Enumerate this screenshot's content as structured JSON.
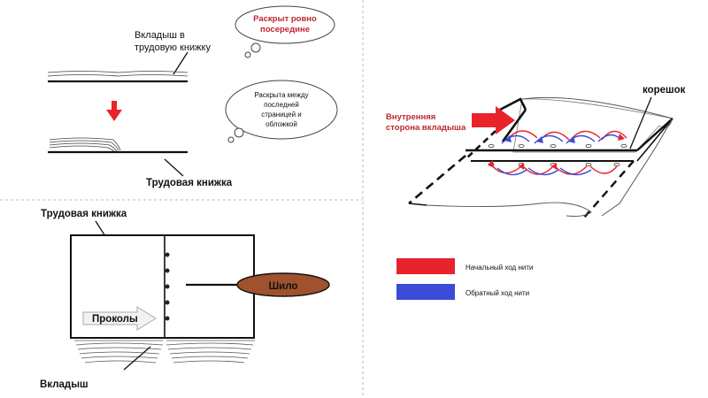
{
  "top_left": {
    "insert_label_line1": "Вкладыш в",
    "insert_label_line2": "трудовую книжку",
    "bubble1_line1": "Раскрыт ровно",
    "bubble1_line2": "посередине",
    "bubble2_line1": "Раскрыта между",
    "bubble2_line2": "последней",
    "bubble2_line3": "страницей и",
    "bubble2_line4": "обложкой",
    "book_label": "Трудовая книжка"
  },
  "bottom_left": {
    "book_label": "Трудовая книжка",
    "punctures_label": "Проколы",
    "awl_label": "Шило",
    "insert_label": "Вкладыш"
  },
  "right": {
    "spine_label": "корешок",
    "inner_side_line1": "Внутренняя",
    "inner_side_line2": "сторона вкладыша"
  },
  "legend": [
    {
      "color": "#e8232c",
      "label": "Начальный ход нити"
    },
    {
      "color": "#3b4bd8",
      "label": "Обратный ход нити"
    }
  ],
  "colors": {
    "arrow_red": "#e8232c",
    "thread_red": "#e8232c",
    "thread_blue": "#3b4bd8",
    "awl_fill": "#a0522d",
    "bubble_red_text": "#c0262d"
  }
}
